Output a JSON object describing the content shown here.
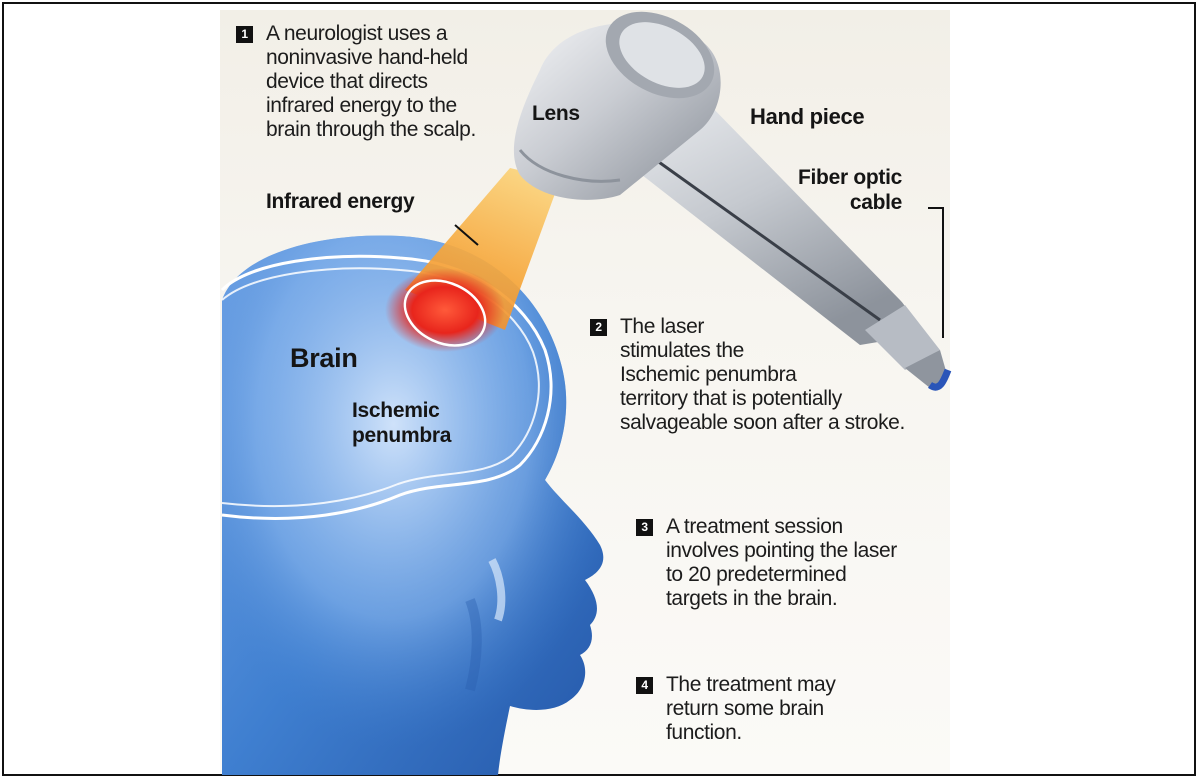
{
  "labels": {
    "lens": "Lens",
    "hand_piece": "Hand piece",
    "fiber_optic_cable": "Fiber optic\ncable",
    "infrared_energy": "Infrared energy",
    "brain": "Brain",
    "ischemic_penumbra": "Ischemic\npenumbra"
  },
  "steps": [
    {
      "number": "1",
      "text": "A neurologist uses a\nnoninvasive hand-held\ndevice that directs\ninfrared energy to the\nbrain through the scalp."
    },
    {
      "number": "2",
      "text": "The laser\nstimulates the\nIschemic penumbra\nterritory that is potentially\nsalvageable soon after a stroke."
    },
    {
      "number": "3",
      "text": "A treatment session\ninvolves pointing  the laser\nto 20 predetermined\ntargets in the brain."
    },
    {
      "number": "4",
      "text": "The treatment may\nreturn some brain\nfunction."
    }
  ],
  "colors": {
    "head_blue": "#3f7fd0",
    "head_dark": "#2a5fb0",
    "beam_orange": "#f5a623",
    "hotspot_red": "#e8251c",
    "device_silver": "#c9ccd2",
    "cable_blue": "#2a55b8"
  }
}
